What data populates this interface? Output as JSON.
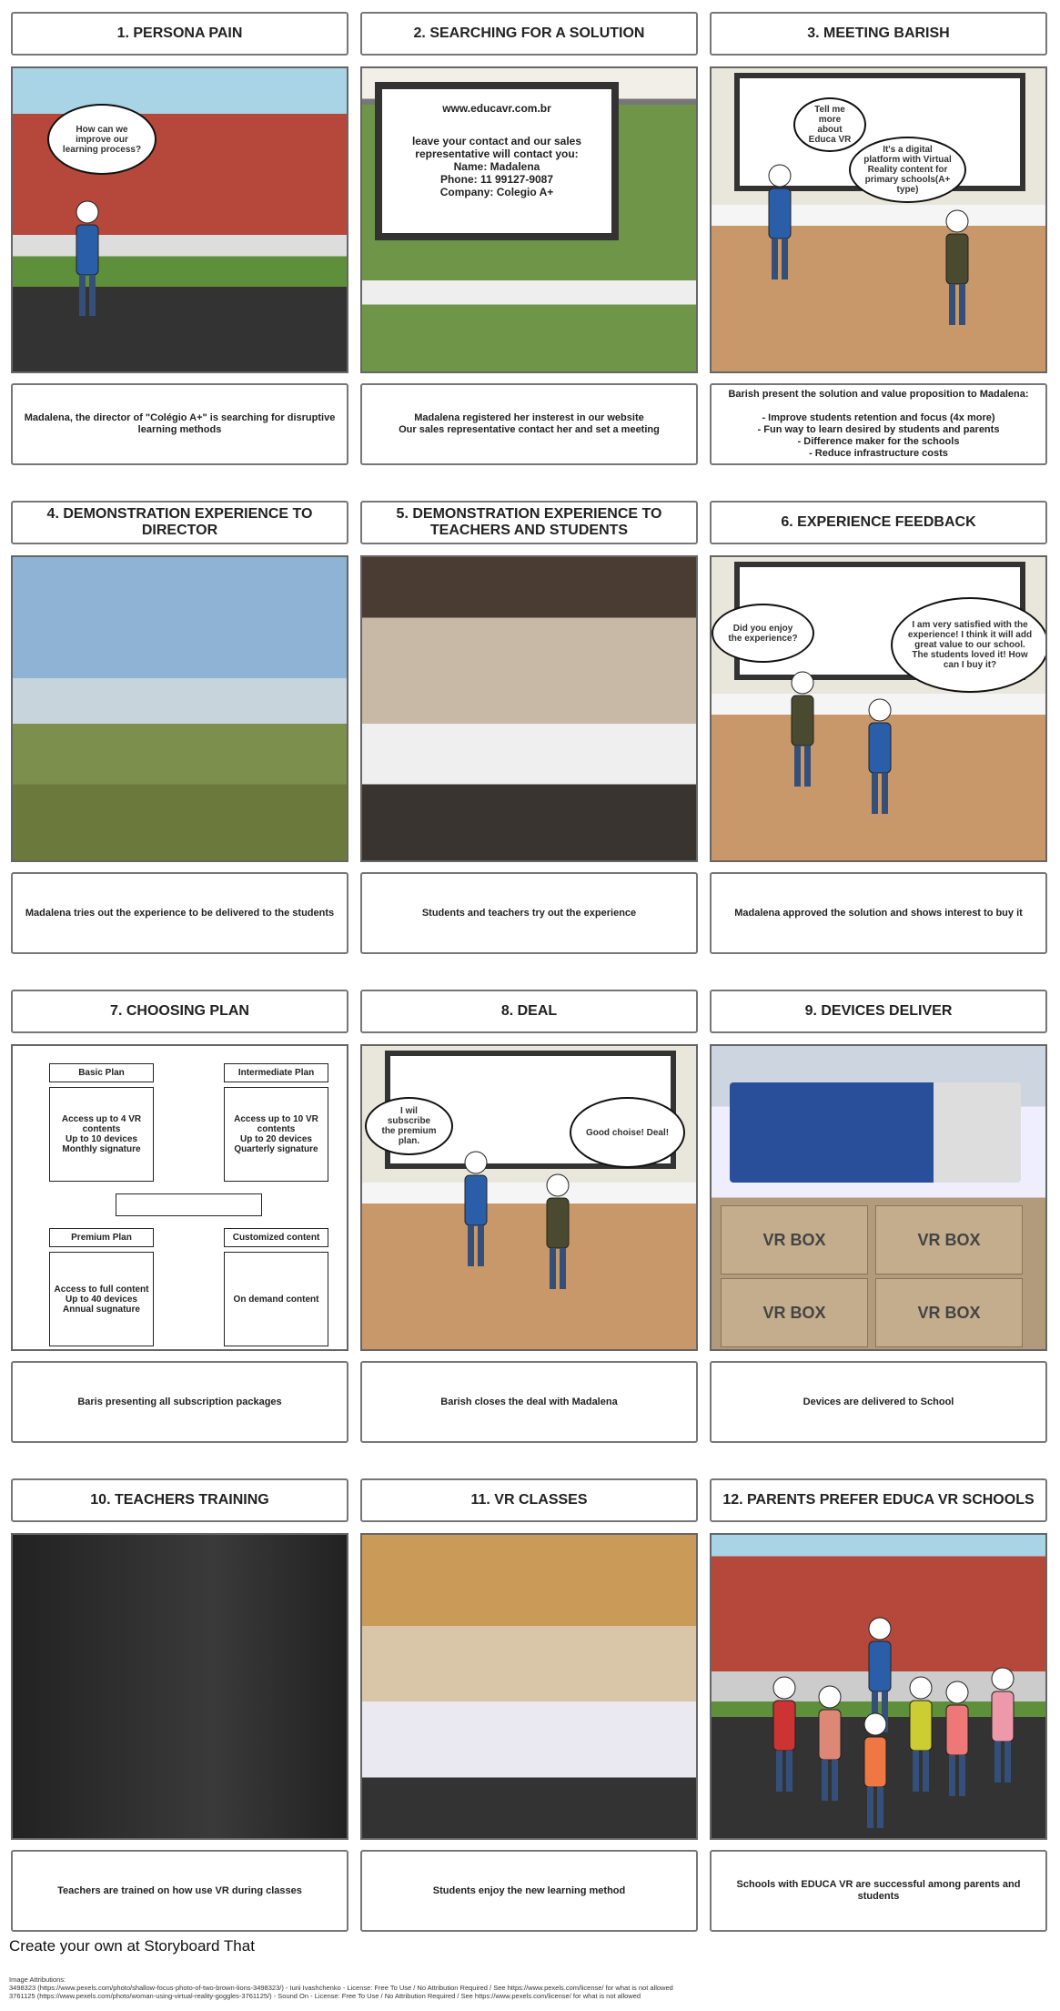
{
  "panels": [
    {
      "title": "1. PERSONA PAIN",
      "description": "Madalena, the director of \"Colégio A+\" is searching for disruptive learning methods",
      "bubbles": [
        "How can we improve our learning process?"
      ]
    },
    {
      "title": "2. SEARCHING FOR A SOLUTION",
      "description": "Madalena registered her insterest in our website\nOur sales representative contact her and set a  meeting",
      "screen": {
        "url": "www.educavr.com.br",
        "body": "leave your contact and our sales representative will contact you:\nName: Madalena\nPhone: 11 99127-9087\nCompany: Colegio A+"
      }
    },
    {
      "title": "3. MEETING BARISH",
      "description": "Barish present the solution and value proposition to Madalena:\n\n- Improve students retention and focus (4x more)\n- Fun way to learn desired by students and parents\n- Difference maker for the schools\n- Reduce infrastructure costs",
      "bubbles": [
        "Tell me more about Educa VR",
        "It's a digital platform with Virtual Reality content for primary schools(A+ type)"
      ]
    },
    {
      "title": "4. DEMONSTRATION EXPERIENCE TO DIRECTOR",
      "description": "Madalena tries out the experience to be delivered to the students"
    },
    {
      "title": "5. DEMONSTRATION EXPERIENCE TO TEACHERS AND STUDENTS",
      "description": "Students and teachers try out the experience"
    },
    {
      "title": "6. EXPERIENCE FEEDBACK",
      "description": "Madalena approved the solution and shows interest to buy it",
      "bubbles": [
        "Did you enjoy the experience?",
        "I am very satisfied with the experience! I think it will add great value to our school. The students loved it! How can I buy it?"
      ]
    },
    {
      "title": "7. CHOOSING PLAN",
      "description": "Baris presenting all subscription packages",
      "plans": [
        {
          "name": "Basic Plan",
          "details": "Access up to 4 VR\ncontents\nUp to 10 devices\nMonthly signature"
        },
        {
          "name": "Intermediate Plan",
          "details": "Access up to 10 VR\ncontents\nUp to 20 devices\nQuarterly signature"
        },
        {
          "name": "Premium Plan",
          "details": "Access to full content\nUp to 40 devices\nAnnual sugnature"
        },
        {
          "name": "Customized content",
          "details": "On demand content"
        }
      ]
    },
    {
      "title": "8. DEAL",
      "description": "Barish closes the deal with Madalena",
      "bubbles": [
        "I wil subscribe the premium plan.",
        "Good choise! Deal!"
      ]
    },
    {
      "title": "9. DEVICES DELIVER",
      "description": "Devices are delivered to School",
      "box_label": "VR BOX"
    },
    {
      "title": "10. TEACHERS TRAINING",
      "description": "Teachers are trained on how use VR during classes"
    },
    {
      "title": "11. VR CLASSES",
      "description": "Students enjoy the new learning method"
    },
    {
      "title": "12. PARENTS PREFER EDUCA VR SCHOOLS",
      "description": "Schools with EDUCA VR are successful among parents and students"
    }
  ],
  "footer": {
    "cta": "Create your own at Storyboard That",
    "attributions": "Image Attributions:\n3498323 (https://www.pexels.com/photo/shallow-focus-photo-of-two-brown-lions-3498323/) - Iurii Ivashchenko - License: Free To Use / No Attribution Required / See https://www.pexels.com/license/ for what is not allowed\n3761125 (https://www.pexels.com/photo/woman-using-virtual-reality-goggles-3761125/) - Sound On - License: Free To Use / No Attribution Required / See https://www.pexels.com/license/ for what is not allowed"
  }
}
